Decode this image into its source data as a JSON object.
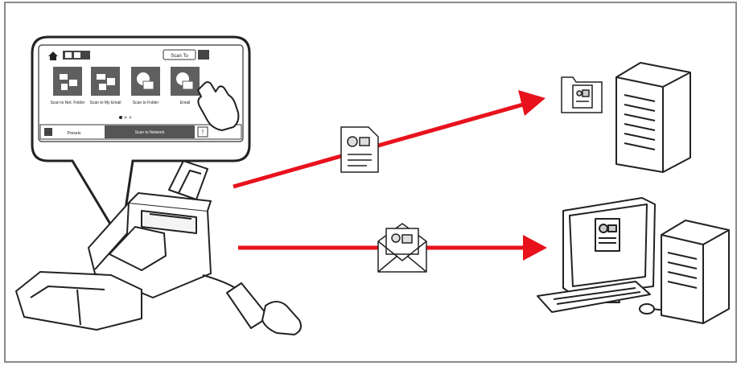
{
  "screen": {
    "top_button_label": "Scan To",
    "tiles": [
      {
        "label": "Scan to Net. Folder",
        "icon": "scan-to-folder-icon"
      },
      {
        "label": "Scan to My Email",
        "icon": "scan-to-email-icon"
      },
      {
        "label": "Scan to Folder",
        "icon": "scan-to-folder-2-icon"
      },
      {
        "label": "Email",
        "icon": "email-icon"
      }
    ],
    "footer_left_label": "Presets",
    "footer_mid_label": "Scan to Network"
  },
  "colors": {
    "arrow": "#e8121c",
    "line": "#222222",
    "frame": "#8a8a8a",
    "screen_tile": "#5f5f5f"
  }
}
